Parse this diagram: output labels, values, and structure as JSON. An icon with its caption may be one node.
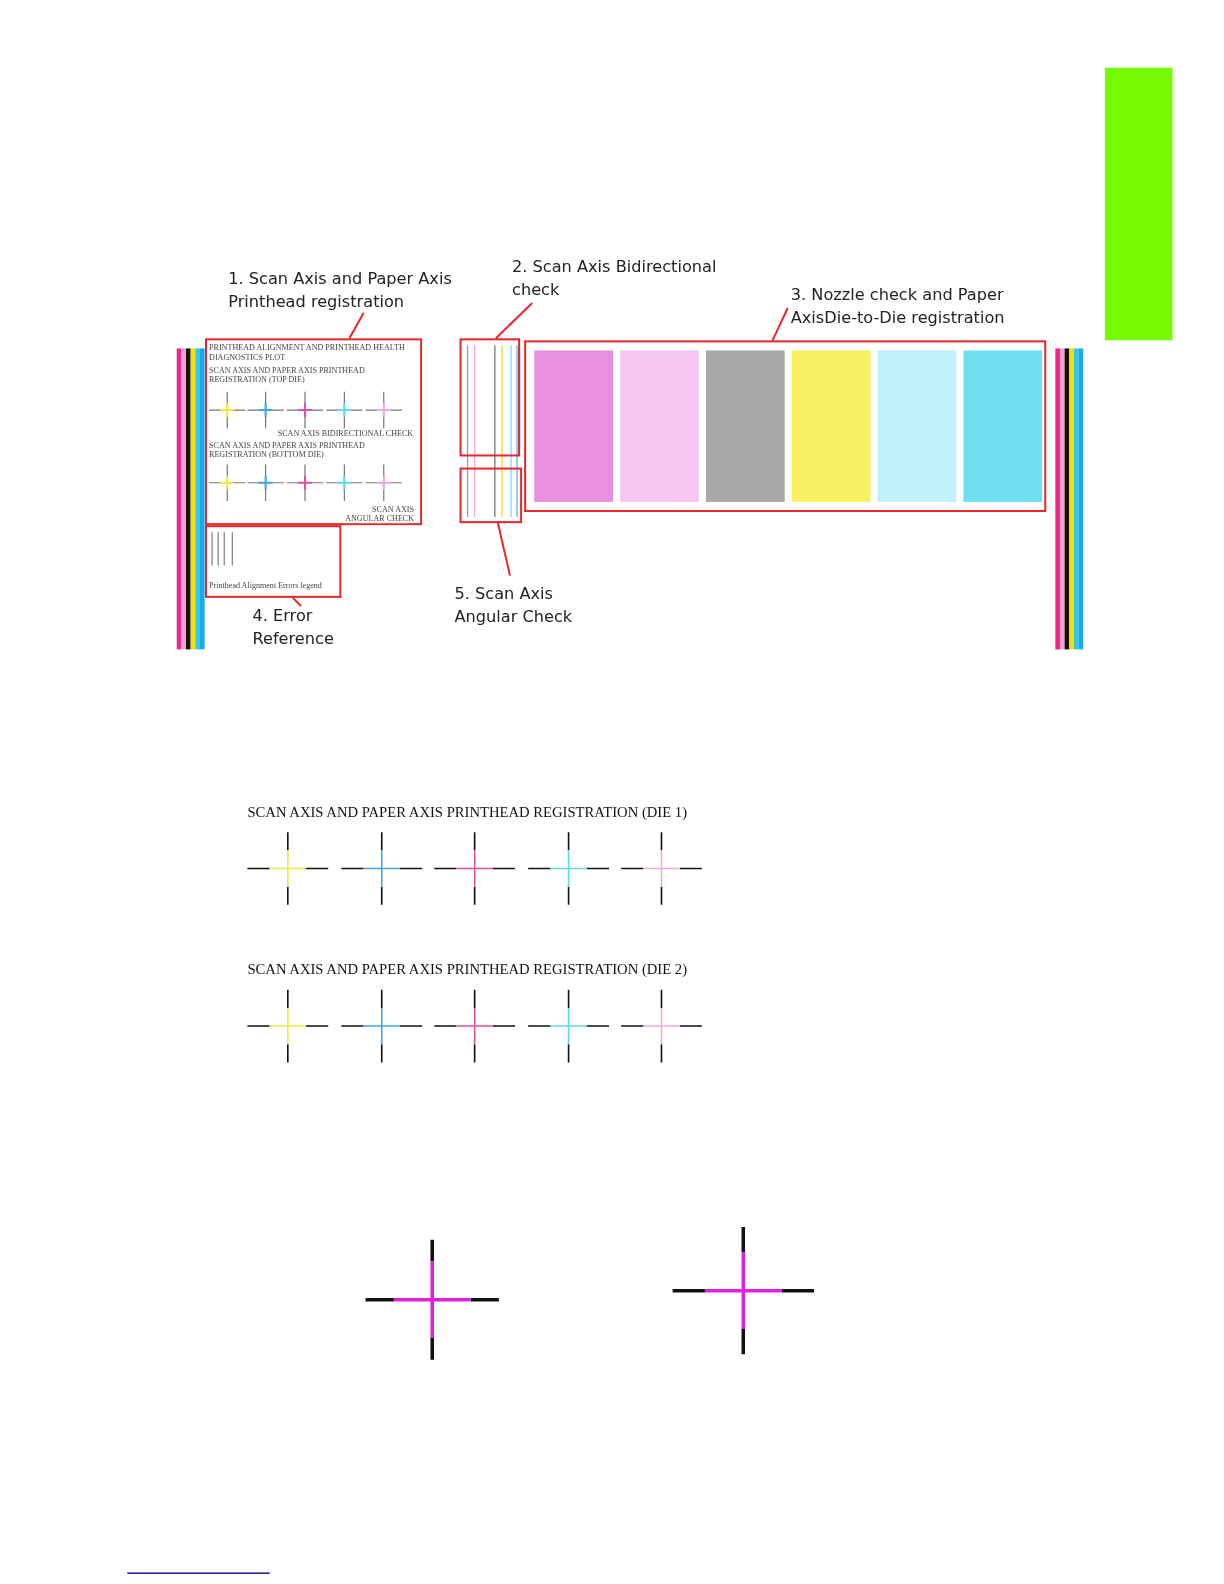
{
  "diagram": {
    "nodes": [
      {
        "text": [
          "1. Scan Axis and Paper Axis Printhead registration"
        ]
      },
      {
        "text": [
          "2. Scan Axis Bidirectional check"
        ]
      },
      {
        "text": [
          "3. Nozzle check and Paper AxisDie-to-Die registration"
        ]
      },
      {
        "text": [],
        "shape": "box"
      },
      {
        "text": [],
        "shape": "box"
      },
      {
        "text": [],
        "shape": "box"
      },
      {
        "text": [],
        "shape": "box"
      },
      {
        "text": [],
        "shape": "box"
      },
      {
        "text": [
          "4. Error Reference"
        ]
      },
      {
        "text": [
          "5. Scan Axis Angular Check"
        ]
      }
    ],
    "edges": [
      {
        "from": 0,
        "to": 3,
        "arrow": "none"
      },
      {
        "from": 1,
        "to": 4,
        "arrow": "none"
      },
      {
        "from": 2,
        "to": 5,
        "arrow": "none"
      },
      {
        "from": 8,
        "to": 6,
        "arrow": "none"
      },
      {
        "from": 9,
        "to": 7,
        "arrow": "none"
      }
    ],
    "labels": [
      "PRINTHEAD ALIGNMENT AND PRINTHEAD HEALTH DIAGNOSTICS PLOT",
      "SCAN AXIS AND PAPER AXIS PRINTHEAD REGISTRATION (TOP DIE)",
      "SCAN AXIS BIDIRECTIONAL CHECK",
      "SCAN AXIS AND PAPER AXIS PRINTHEAD REGISTRATION (BOTTOM DIE)",
      "SCAN AXIS ANGULAR CHECK",
      "Printhead Alignment Errors legend",
      "SCAN AXIS AND PAPER AXIS PRINTHEAD REGISTRATION (DIE 1)",
      "SCAN AXIS AND PAPER AXIS PRINTHEAD REGISTRATION (DIE 2)"
    ]
  }
}
